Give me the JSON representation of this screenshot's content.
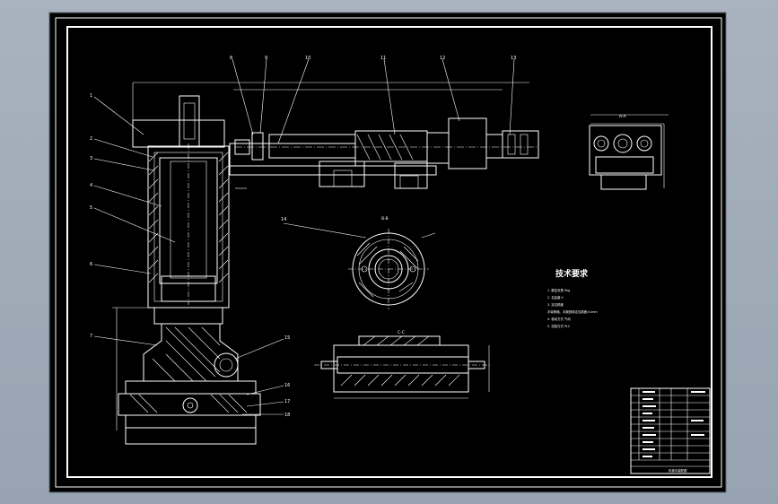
{
  "drawing": {
    "tech_title": "技术要求",
    "notes": [
      "1. 额定负载  5kg",
      "2. 自由度  4",
      "3. 定位精度",
      "   手臂伸缩、手腕回转定位精度±1mm",
      "4. 驱动方式  气动",
      "5. 控制方式  PLC"
    ],
    "section_labels": [
      "A-A",
      "B-B",
      "C-C"
    ],
    "callouts": [
      "1",
      "2",
      "3",
      "4",
      "5",
      "6",
      "7",
      "8",
      "9",
      "10",
      "11",
      "12",
      "13",
      "14",
      "15",
      "16",
      "17",
      "18"
    ],
    "title_block_caption": "机械手装配图"
  },
  "colors": {
    "canvas": "#000000",
    "line": "#ffffff",
    "background": "#a9b3bf"
  }
}
